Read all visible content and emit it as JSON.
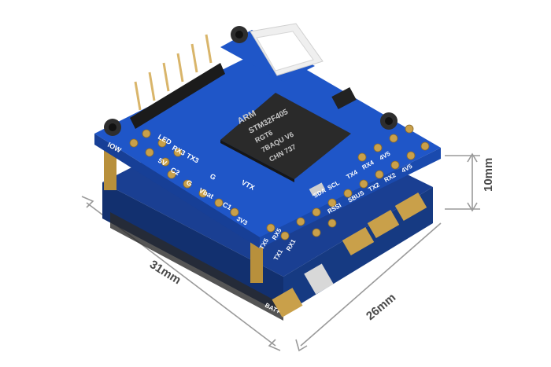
{
  "dimensions": {
    "length_label": "31mm",
    "width_label": "26mm",
    "height_label": "10mm"
  },
  "board": {
    "mcu_brand": "ARM",
    "mcu_lines": [
      "STM32F405",
      "RGT6",
      "7BAQU V6",
      "CHN 737"
    ],
    "silk_labels": {
      "led": "LED",
      "rx3": "RX3",
      "tx3": "TX3",
      "fiv": "5V",
      "c2": "C2",
      "vbat": "Vbat",
      "c1": "C1",
      "vtx": "VTX",
      "g1": "G",
      "g2": "G",
      "sda": "SDA",
      "scl": "SCL",
      "tx4": "TX4",
      "rx4": "RX4",
      "v45": "4V5",
      "rssi": "RSSI",
      "sbus": "SBUS",
      "tx2": "TX2",
      "rx2": "RX2",
      "v45b": "4V5",
      "tx5": "TX5",
      "rx5": "RX5",
      "tx1": "TX1",
      "rx1": "RX1",
      "v33": "3V3",
      "iow": "IOW",
      "bat": "BAT+"
    }
  },
  "colors": {
    "pcb_blue": "#1f56c8",
    "pcb_edge": "#173f96",
    "gold": "#c9a04a",
    "chip": "#2a2a2a",
    "lower_board": "#1a3f92",
    "dimension_line": "#9a9a9a"
  }
}
